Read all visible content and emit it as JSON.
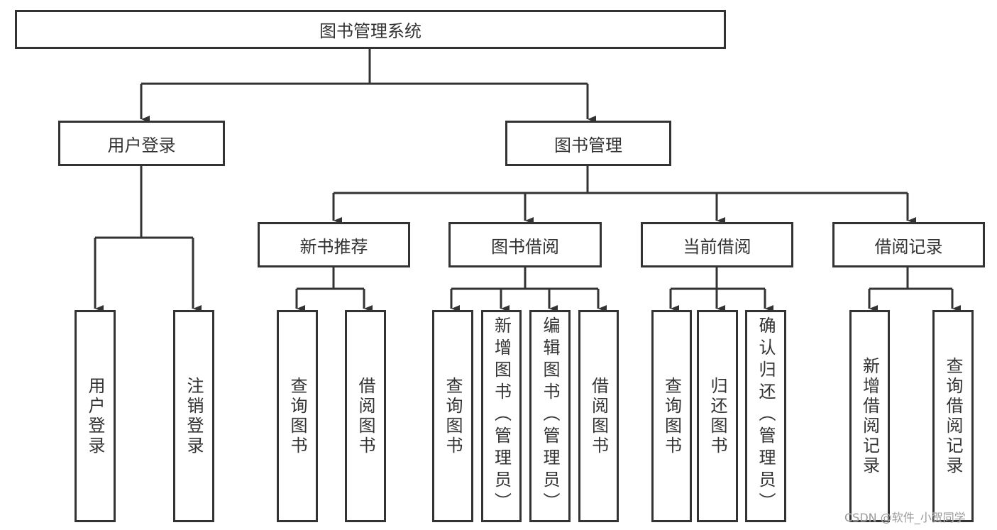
{
  "root": {
    "label": "图书管理系统"
  },
  "level1": [
    {
      "label": "用户登录",
      "children": [
        "用户登录",
        "注销登录"
      ]
    },
    {
      "label": "图书管理"
    }
  ],
  "level2": [
    {
      "label": "新书推荐",
      "children": [
        "查询图书",
        "借阅图书"
      ]
    },
    {
      "label": "图书借阅",
      "children": [
        "查询图书",
        "新增图书（管理员）",
        "编辑图书（管理员）",
        "借阅图书"
      ]
    },
    {
      "label": "当前借阅",
      "children": [
        "查询图书",
        "归还图书",
        "确认归还（管理员）"
      ]
    },
    {
      "label": "借阅记录",
      "children": [
        "新增借阅记录",
        "查询借阅记录"
      ]
    }
  ],
  "watermark": "CSDN @软件_小贺同学",
  "colors": {
    "stroke": "#333333",
    "background": "#ffffff"
  }
}
